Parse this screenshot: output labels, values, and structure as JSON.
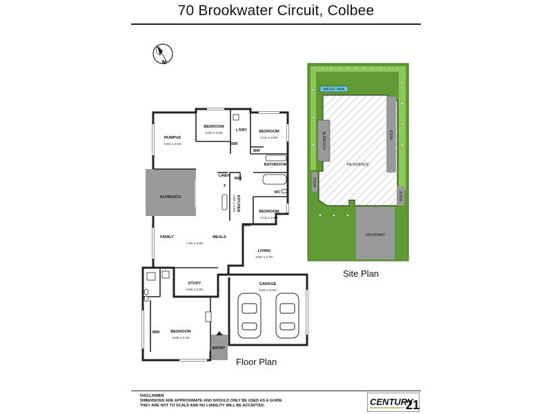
{
  "header": {
    "title": "70 Brookwater Circuit, Colbee"
  },
  "compass": {
    "label": "N"
  },
  "floor_plan": {
    "caption": "Floor Plan",
    "rooms": {
      "rumpus": {
        "name": "RUMPUS",
        "size": "4.6m x 3.5m"
      },
      "bedroom2": {
        "name": "BEDROOM",
        "size": "3.0m x 3.0m"
      },
      "laundry": {
        "name": "L'DRY"
      },
      "bedroom3": {
        "name": "BEDROOM",
        "size": "3.1m x 3.0m"
      },
      "bir1": {
        "name": "BIR"
      },
      "bir2": {
        "name": "BIR"
      },
      "bathroom": {
        "name": "BATHROOM"
      },
      "linen": {
        "name": "LINEN"
      },
      "wir1": {
        "name": "WIR"
      },
      "fridge": {
        "name": "F"
      },
      "wc": {
        "name": "WC"
      },
      "alfresco": {
        "name": "ALFRESCO"
      },
      "kitchen": {
        "name": "KITCHEN",
        "size": "4.5m x 3.4m"
      },
      "bedroom4": {
        "name": "BEDROOM",
        "size": "3.1m x 2.8m"
      },
      "bir3": {
        "name": "BIR"
      },
      "family": {
        "name": "FAMILY"
      },
      "family_meals_size": "7.4m x 4.0m",
      "meals": {
        "name": "MEALS"
      },
      "living": {
        "name": "LIVING",
        "size": "3.8m x 3.7m"
      },
      "study": {
        "name": "STUDY",
        "size": "3.0m x 3.0m"
      },
      "garage": {
        "name": "GARAGE",
        "size": "6.5m x 5.4m"
      },
      "wir2": {
        "name": "WIR"
      },
      "master": {
        "name": "BEDROOM",
        "size": "4.8m x 3.7m"
      },
      "entry": {
        "name": "ENTRY"
      }
    }
  },
  "site_plan": {
    "caption": "Site Plan",
    "labels": {
      "water_tank": "WATER TANK",
      "alfresco": "ALFRESCO",
      "residence": "RESIDENCE",
      "rock1": "ROCK",
      "rock2": "ROCK",
      "rock3": "ROCK",
      "driveway": "DRIVEWAY"
    },
    "colors": {
      "lawn": "#5f9a34",
      "hedge": "#8cc957",
      "paving": "#9a9a9a",
      "tank": "#6ed0ec"
    }
  },
  "disclaimer": {
    "heading": "DISCLAIMER",
    "line1": "DIMENSIONS ARE APPROXIMATE AND SHOULD ONLY BE USED AS A GUIDE",
    "line2": "THEY ARE NOT TO SCALE AND NO LIABILITY WILL BE ACCEPTED."
  },
  "logo": {
    "brand": "CENTURY",
    "number": "21"
  }
}
